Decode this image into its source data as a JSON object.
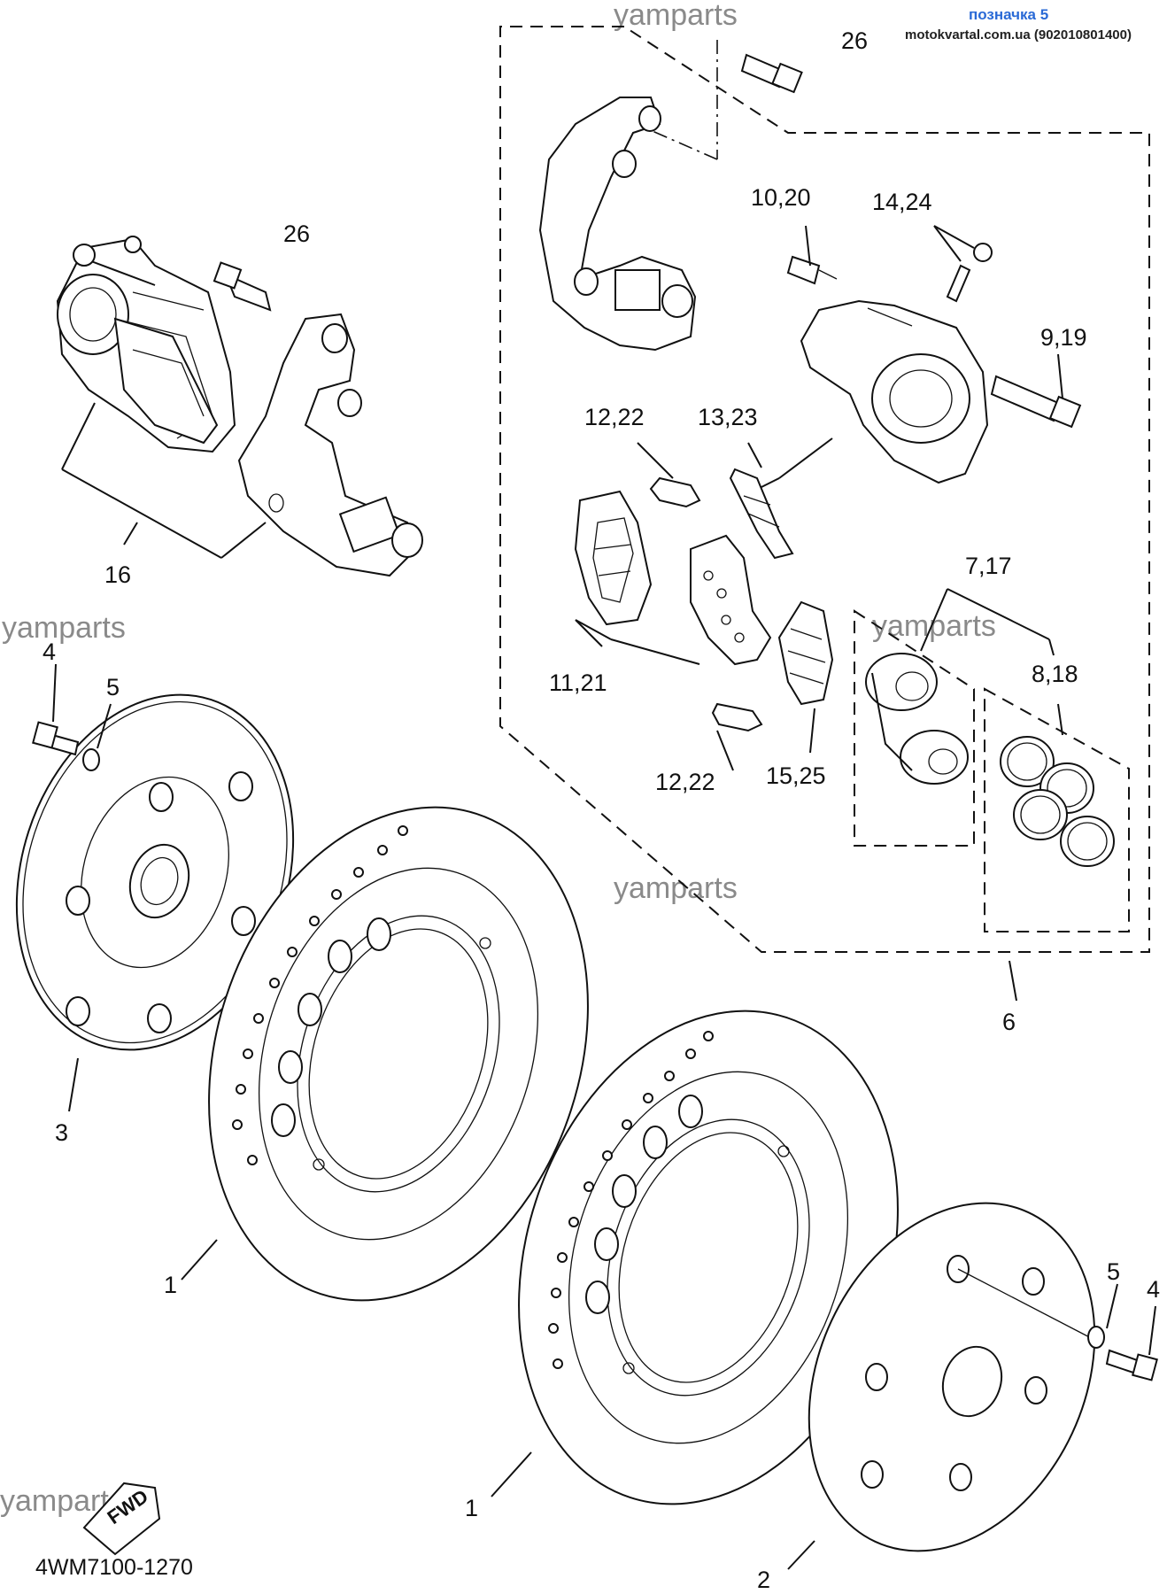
{
  "header": {
    "title": "позначка 5",
    "source": "motokvartal.com.ua (902010801400)"
  },
  "diagram_code": "4WM7100-1270",
  "fwd_label": "FWD",
  "watermark": "yamparts",
  "callouts": {
    "c1a": "1",
    "c1b": "1",
    "c2": "2",
    "c3": "3",
    "c4a": "4",
    "c4b": "4",
    "c5a": "5",
    "c5b": "5",
    "c6": "6",
    "c7": "7,17",
    "c8": "8,18",
    "c9": "9,19",
    "c10": "10,20",
    "c11": "11,21",
    "c12a": "12,22",
    "c12b": "12,22",
    "c13": "13,23",
    "c14": "14,24",
    "c15": "15,25",
    "c16": "16",
    "c26a": "26",
    "c26b": "26"
  }
}
